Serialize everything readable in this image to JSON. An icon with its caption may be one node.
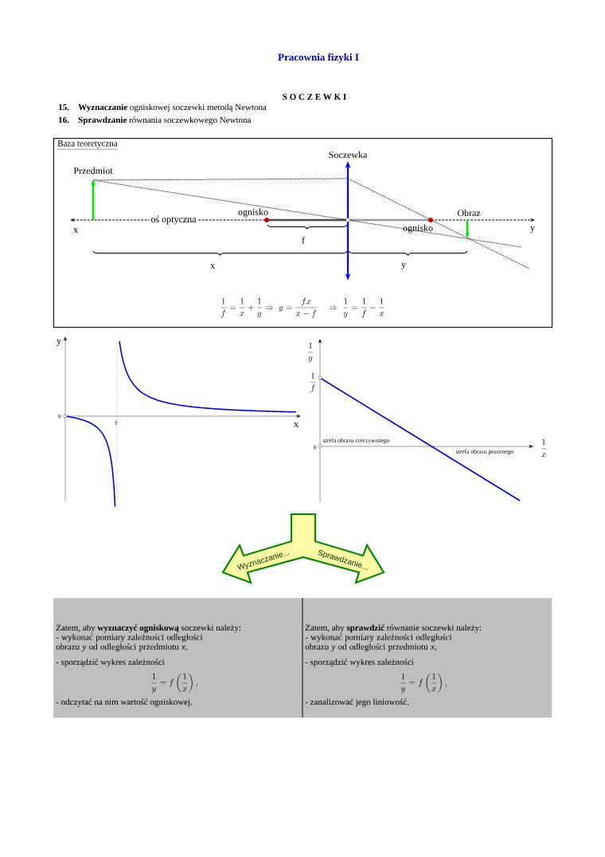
{
  "diagram": {
    "title": "Pracownia fizyki I",
    "nodes": [
      {
        "text": [
          "Baza teoretyczna"
        ]
      },
      {
        "text": [
          "Zatem, aby **wyznaczyć ogniskową** soczewki należy:",
          "- wykonać pomiary zależności odległości obrazu *y* od odległości przedmiotu *x*,",
          "- sporządzić wykres zależności",
          "\\frac{1}{y} = f\\left(\\frac{1}{x}\\right),",
          "- odczytać na nim wartość ogniskowej."
        ]
      },
      {
        "text": [
          "Zatem, aby **sprawdzić** równanie soczewki należy:",
          "- wykonać pomiary zależności odległości obrazu *y* od odległości przedmiotu *x*,",
          "- sporządzić wykres zależności",
          "\\frac{1}{y} = f\\left(\\frac{1}{x}\\right),",
          "- zanalizować jego liniowość."
        ]
      },
      {
        "text": [
          "Wyznaczanie...",
          "Sprawdzanie..."
        ]
      }
    ],
    "labels": [
      "S O C Z E W K I",
      "15.",
      "**Wyznaczanie** ogniskowej soczewki metodą Newtona",
      "16.",
      "**Sprawdzanie** równania soczewkowego Newtona",
      "Soczewka",
      "Przedmiot",
      "ognisko",
      "Obraz",
      "x",
      "oś optyczna",
      "ognisko",
      "y",
      "f",
      "x",
      "y",
      "\\frac{1}{f} = \\frac{1}{x} + \\frac{1}{y} \\Rightarrow\\; y = \\frac{fx}{x- f} \\quad\\Rightarrow\\; \\frac{1}{y} = \\frac{1}{f} - \\frac{1}{x}",
      "y",
      "0",
      "f",
      "x",
      "\\frac{1}{y}",
      "\\frac{1}{f}",
      "strefa obrazu rzeczywistego",
      "0",
      "strefa obrazu pozornego",
      "\\frac{1}{x}"
    ]
  }
}
